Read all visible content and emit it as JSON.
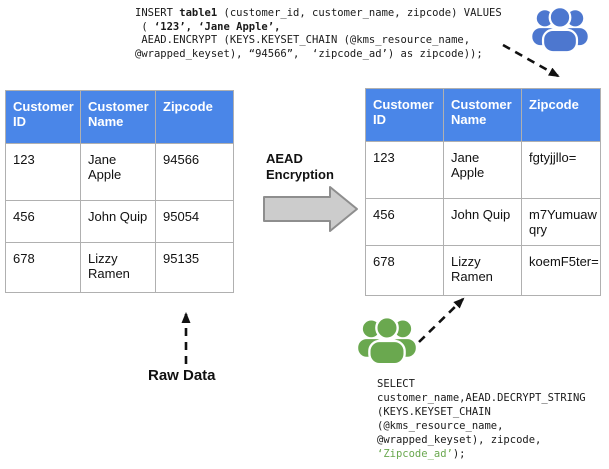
{
  "insert_query": {
    "l1_a": "INSERT ",
    "l1_b": "table1",
    "l1_c": " (customer_id, customer_name, zipcode) VALUES",
    "l2_a": " ( ",
    "l2_b": "‘123’, ‘Jane Apple’,",
    "l3": " AEAD.ENCRYPT (KEYS.KEYSET_CHAIN (@kms_resource_name,",
    "l4": "@wrapped_keyset), “94566”,  ‘zipcode_ad’) as zipcode));"
  },
  "select_query": {
    "l1": "SELECT",
    "l2": "customer_name,AEAD.DECRYPT_STRING",
    "l3": "(KEYS.KEYSET_CHAIN",
    "l4": "(@kms_resource_name,",
    "l5": "@wrapped_keyset), zipcode,",
    "l6_green": "‘Zipcode_ad’",
    "l6_tail": ");"
  },
  "tables": {
    "raw": {
      "headers": [
        "Customer ID",
        "Customer Name",
        "Zipcode"
      ],
      "rows": [
        [
          "123",
          "Jane Apple",
          "94566"
        ],
        [
          "456",
          "John Quip",
          "95054"
        ],
        [
          "678",
          "Lizzy Ramen",
          "95135"
        ]
      ]
    },
    "encrypted": {
      "headers": [
        "Customer ID",
        "Customer Name",
        "Zipcode"
      ],
      "rows": [
        [
          "123",
          "Jane Apple",
          "fgtyjjllo="
        ],
        [
          "456",
          "John Quip",
          "m7Yumuaw\nqry"
        ],
        [
          "678",
          "Lizzy Ramen",
          "koemF5ter="
        ]
      ]
    }
  },
  "labels": {
    "aead_line1": "AEAD",
    "aead_line2": "Encryption",
    "raw_data": "Raw Data"
  },
  "colors": {
    "table_header_blue": "#4a86e8",
    "users_icon_blue": "#4d77cf",
    "users_icon_green": "#6aa84f",
    "select_highlight_green": "#6aa84f",
    "encryption_arrow_fill": "#cccccc",
    "encryption_arrow_border": "#8e8e8e"
  }
}
